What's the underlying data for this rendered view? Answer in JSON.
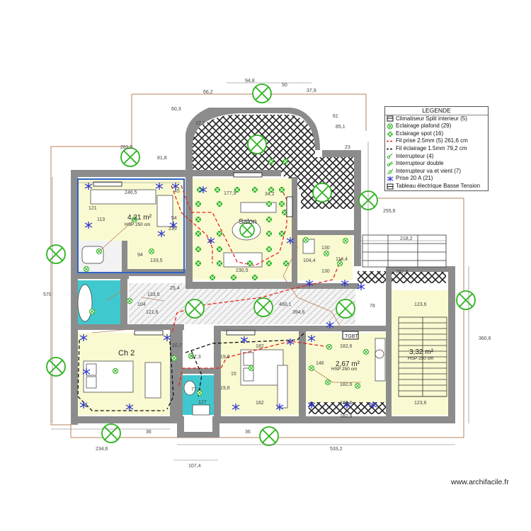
{
  "rooms": {
    "salon": "Salon",
    "ch2": "Ch 2",
    "bedroom1_area": "4,21 m²",
    "bedroom1_hsp": "HSP 250 cm",
    "kitchen_area": "2,67 m²",
    "kitchen_hsp": "HSP 250 cm",
    "stair_area": "3,32 m²",
    "stair_hsp": "HSP 250 cm",
    "tgbt": "TGBT"
  },
  "dimensions": {
    "d_94_8": "94,8",
    "d_50": "50",
    "d_37_9": "37,9",
    "d_66_2": "66,2",
    "d_60_3": "60,3",
    "d_61": "61",
    "d_12_2": "12,2",
    "d_85_1": "85,1",
    "d_23": "23",
    "d_261_5": "261,5",
    "d_81_8": "81,8",
    "d_246_5": "246,5",
    "d_45": "45",
    "d_177_9": "177,9",
    "d_34_2": "34,2",
    "d_255_6": "255,6",
    "d_218_2": "218,2",
    "d_113": "113",
    "d_121": "121",
    "d_54": "54",
    "d_215": "215",
    "d_94": "94",
    "d_133_5a": "133,5",
    "d_230_5": "230,5",
    "d_130a": "130",
    "d_130b": "130",
    "d_114_4": "114,4",
    "d_104_4": "104,4",
    "d_202_5": "202,5",
    "d_570": "570",
    "d_133_5b": "133,5",
    "d_104": "104",
    "d_25_4": "25,4",
    "d_121_6": "121,6",
    "d_460_1": "460,1",
    "d_394_6": "394,6",
    "d_78": "78",
    "d_123_6a": "123,6",
    "d_360_6": "360,6",
    "d_182a": "182",
    "d_182_6a": "182,6",
    "d_146": "146",
    "d_182_6b": "182,6",
    "d_182b": "182",
    "d_182_6c": "182,6",
    "d_182_9": "182,9",
    "d_123_6b": "123,6",
    "d_19_8a": "19,8",
    "d_19_8b": "19,8",
    "d_15": "15",
    "d_77_4": "77,4",
    "d_127": "127",
    "d_77_3": "77,3",
    "d_36a": "36",
    "d_36b": "36",
    "d_234_6": "234,6",
    "d_533_2": "533,2",
    "d_107_4": "107,4",
    "d_10_7": "10,7"
  },
  "legend": {
    "title": "LEGENDE",
    "items": [
      {
        "symbol": "ac-unit-icon",
        "text": "Climatiseur Split interieur (5)"
      },
      {
        "symbol": "ceiling-light-icon",
        "text": "Eclairage plafond (29)"
      },
      {
        "symbol": "spot-light-icon",
        "text": "Eclairage spot (16)"
      },
      {
        "symbol": "red-wire-icon",
        "text": "Fil prise 2.5mm (5) 261,6 cm"
      },
      {
        "symbol": "black-wire-icon",
        "text": "Fil éclairage 1.5mm 79,2 cm"
      },
      {
        "symbol": "switch-icon",
        "text": "Interrupteur (4)"
      },
      {
        "symbol": "double-switch-icon",
        "text": "Interrupteur double"
      },
      {
        "symbol": "two-way-switch-icon",
        "text": "Interrupteur va et vient (7)"
      },
      {
        "symbol": "socket-icon",
        "text": "Prise 20 A (21)"
      },
      {
        "symbol": "panel-icon",
        "text": "Tableau électrique Basse Tension"
      }
    ]
  },
  "watermark": "www.archifacile.fr",
  "colors": {
    "wall": "#8c8c8c",
    "room_fill": "#fafad2",
    "bath_fill": "#3fc9cf",
    "wire_power": "#e8241b",
    "wire_light": "#111111",
    "outer_line": "#b9805a",
    "fixture_green": "#2db31e",
    "socket_blue": "#2b35c9",
    "bedroom_outline": "#2b64c9"
  }
}
